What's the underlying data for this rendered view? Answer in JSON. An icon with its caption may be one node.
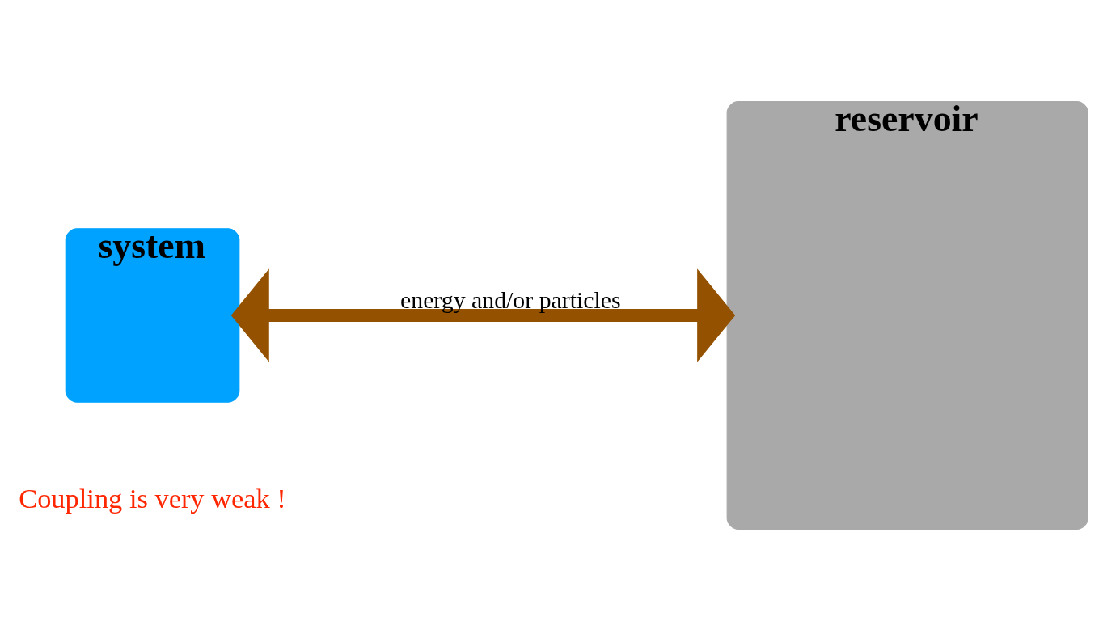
{
  "diagram": {
    "nodes": [
      {
        "text": [
          "system"
        ]
      },
      {
        "text": [
          "reservoir"
        ]
      }
    ],
    "edges": [
      {
        "from": 0,
        "to": 1,
        "arrow": "both",
        "label": "energy and/or particles"
      }
    ],
    "labels": [
      "Coupling is very weak !"
    ]
  }
}
